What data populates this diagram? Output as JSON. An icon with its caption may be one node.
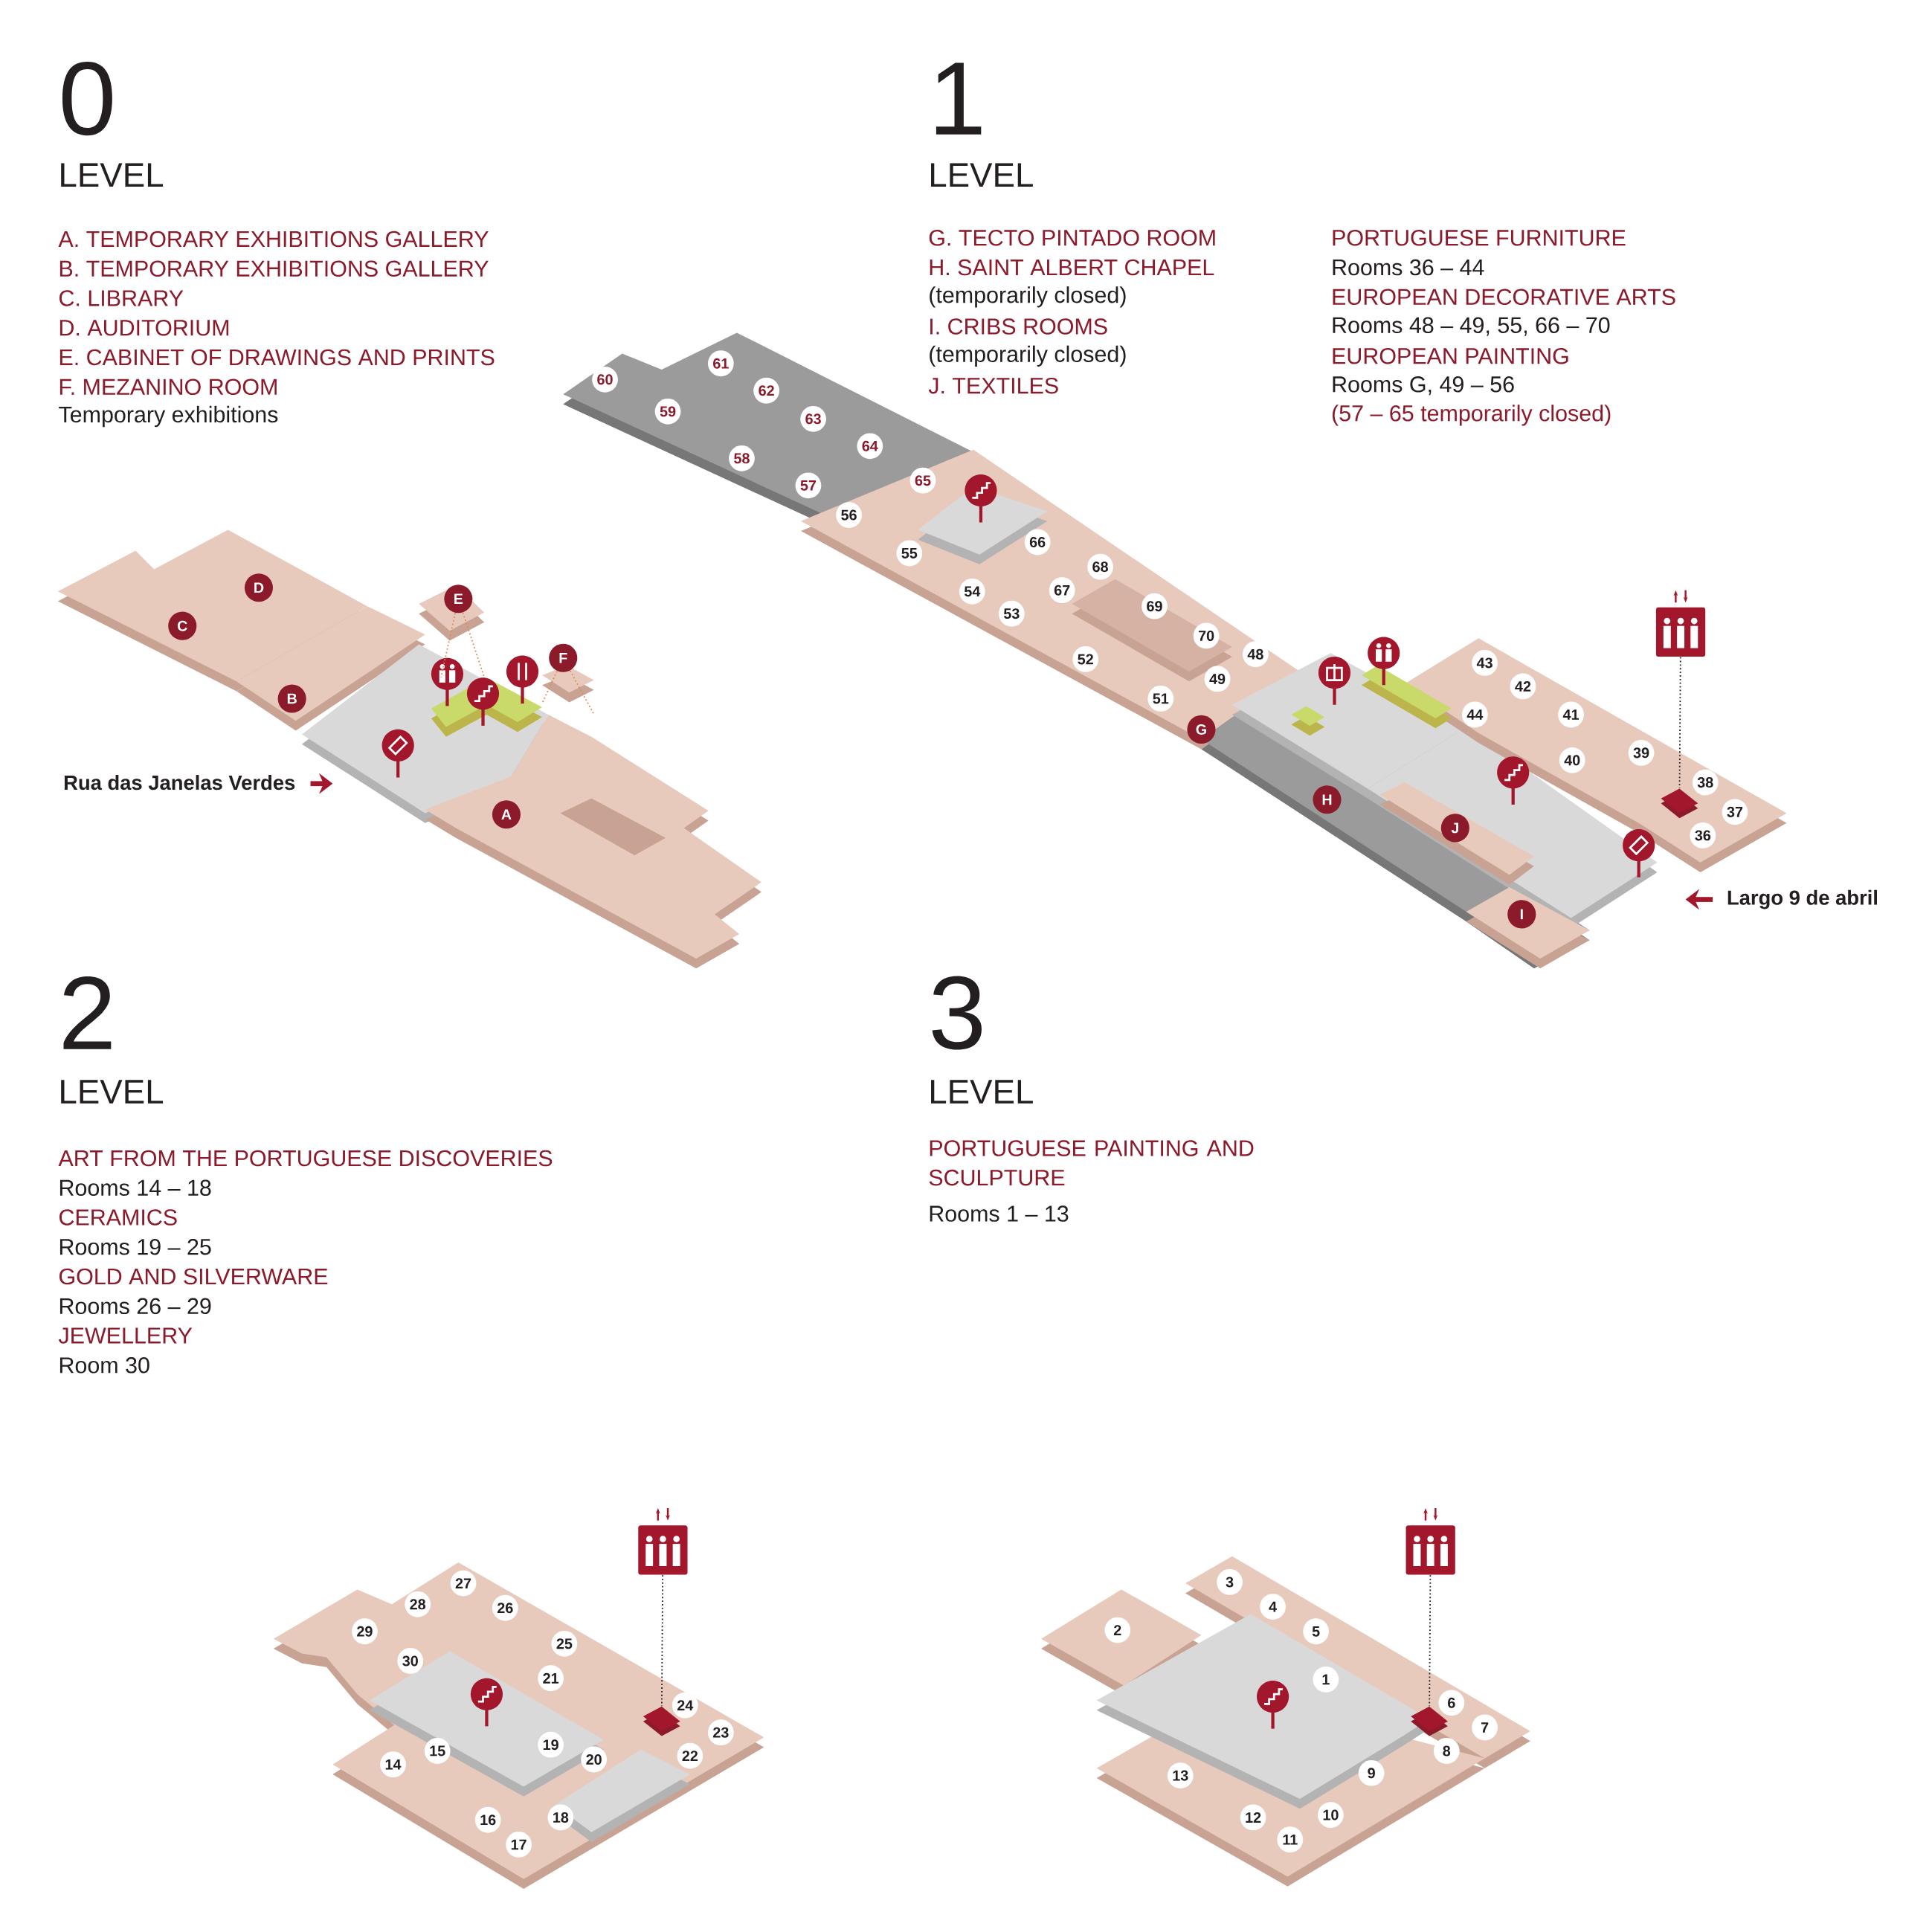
{
  "diagram": {
    "nodes": [
      {
        "text": [
          "D"
        ]
      },
      {
        "text": [
          "C"
        ]
      },
      {
        "text": [
          "E"
        ]
      },
      {
        "text": [
          "F"
        ]
      },
      {
        "text": [
          "B"
        ]
      },
      {
        "text": [
          "A"
        ],
        "in": 78
      },
      {
        "text": [
          "60"
        ]
      },
      {
        "text": [
          "61"
        ]
      },
      {
        "text": [
          "59"
        ]
      },
      {
        "text": [
          "62"
        ]
      },
      {
        "text": [
          "63"
        ]
      },
      {
        "text": [
          "58"
        ]
      },
      {
        "text": [
          "64"
        ]
      },
      {
        "text": [
          "57"
        ]
      },
      {
        "text": [
          "65"
        ]
      },
      {
        "text": [
          "56"
        ]
      },
      {
        "text": [
          "55"
        ]
      },
      {
        "text": [
          "66"
        ]
      },
      {
        "text": [
          "68"
        ]
      },
      {
        "text": [
          "67"
        ]
      },
      {
        "text": [
          "54"
        ]
      },
      {
        "text": [
          "53"
        ]
      },
      {
        "text": [
          "69"
        ]
      },
      {
        "text": [
          "70"
        ]
      },
      {
        "text": [
          "48"
        ]
      },
      {
        "text": [
          "52"
        ]
      },
      {
        "text": [
          "49"
        ]
      },
      {
        "text": [
          "51"
        ]
      },
      {
        "text": [
          "G"
        ]
      },
      {
        "text": [
          "H"
        ]
      },
      {
        "text": [
          "J"
        ]
      },
      {
        "text": [
          "I"
        ]
      },
      {
        "text": [
          "43"
        ]
      },
      {
        "text": [
          "42"
        ]
      },
      {
        "text": [
          "44"
        ]
      },
      {
        "text": [
          "41"
        ]
      },
      {
        "text": [
          "40"
        ]
      },
      {
        "text": [
          "39"
        ]
      },
      {
        "text": [
          "38"
        ]
      },
      {
        "text": [
          "37"
        ]
      },
      {
        "text": [
          "36"
        ]
      },
      {
        "text": [
          "27"
        ]
      },
      {
        "text": [
          "28"
        ]
      },
      {
        "text": [
          "26"
        ]
      },
      {
        "text": [
          "29"
        ]
      },
      {
        "text": [
          "30"
        ]
      },
      {
        "text": [
          "25"
        ]
      },
      {
        "text": [
          "21"
        ]
      },
      {
        "text": [
          "24"
        ]
      },
      {
        "text": [
          "23"
        ]
      },
      {
        "text": [
          "22"
        ]
      },
      {
        "text": [
          "15"
        ]
      },
      {
        "text": [
          "19"
        ]
      },
      {
        "text": [
          "20"
        ]
      },
      {
        "text": [
          "14"
        ]
      },
      {
        "text": [
          "16"
        ]
      },
      {
        "text": [
          "18"
        ]
      },
      {
        "text": [
          "17"
        ]
      },
      {
        "text": [
          "3"
        ]
      },
      {
        "text": [
          "4"
        ]
      },
      {
        "text": [
          "2"
        ]
      },
      {
        "text": [
          "5"
        ]
      },
      {
        "text": [
          "1"
        ]
      },
      {
        "text": [
          "6"
        ]
      },
      {
        "text": [
          "7"
        ]
      },
      {
        "text": [
          "8"
        ]
      },
      {
        "text": [
          "9"
        ]
      },
      {
        "text": [
          "13"
        ]
      },
      {
        "text": [
          "12"
        ]
      },
      {
        "text": [
          "10"
        ]
      },
      {
        "text": [
          "11"
        ]
      },
      {
        "text": [],
        "shape": "picture"
      },
      {
        "text": [],
        "shape": "picture"
      },
      {
        "text": [],
        "shape": "picture"
      },
      {
        "text": [],
        "shape": "box"
      },
      {
        "text": [],
        "shape": "box"
      },
      {
        "text": [],
        "shape": "box"
      },
      {
        "text": [],
        "shape": "box"
      },
      {
        "text": [],
        "shape": "box"
      }
    ],
    "edges": [
      {
        "from": 2,
        "to": 77,
        "arrow": "none",
        "style": "dashed",
        "color": "#e08a5a"
      },
      {
        "from": 2,
        "to": 77,
        "arrow": "none",
        "style": "dashed",
        "color": "#e08a5a"
      },
      {
        "from": 3,
        "to": 78,
        "arrow": "none",
        "style": "dashed",
        "color": "#e08a5a"
      },
      {
        "from": 3,
        "to": 77,
        "arrow": "none",
        "style": "dashed",
        "color": "#e08a5a"
      },
      {
        "from": 71,
        "to": 74,
        "arrow": "none",
        "style": "dashed",
        "color": "#231f20"
      },
      {
        "from": 72,
        "to": 75,
        "arrow": "none",
        "style": "dashed",
        "color": "#231f20"
      },
      {
        "from": 73,
        "to": 76,
        "arrow": "none",
        "style": "dashed",
        "color": "#231f20"
      }
    ],
    "labels": [
      "0",
      "LEVEL",
      "A. TEMPORARY EXHIBITIONS GALLERY",
      "B. TEMPORARY EXHIBITIONS GALLERY",
      "C. LIBRARY",
      "D. AUDITORIUM",
      "E. CABINET OF DRAWINGS AND PRINTS",
      "F. MEZANINO ROOM",
      "Temporary exhibitions",
      "1",
      "LEVEL",
      "G. TECTO PINTADO ROOM",
      "H. SAINT ALBERT CHAPEL",
      "(temporarily closed)",
      "I. CRIBS ROOMS",
      "(temporarily closed)",
      "J. TEXTILES",
      "PORTUGUESE FURNITURE",
      "Rooms 36 – 44",
      "EUROPEAN DECORATIVE ARTS",
      "Rooms 48 – 49, 55, 66 – 70",
      "EUROPEAN PAINTING",
      "Rooms G, 49 – 56",
      "(57 – 65 temporarily closed)",
      "Rua das Janelas Verdes",
      "Largo 9 de abril",
      "2",
      "LEVEL",
      "ART FROM THE PORTUGUESE DISCOVERIES",
      "Rooms 14 – 18",
      "CERAMICS",
      "Rooms 19 – 25",
      "GOLD AND SILVERWARE",
      "Rooms 26 – 29",
      "JEWELLERY",
      "Room 30",
      "3",
      "LEVEL",
      "PORTUGUESE PAINTING AND SCULPTURE",
      "Rooms 1 – 13"
    ]
  }
}
